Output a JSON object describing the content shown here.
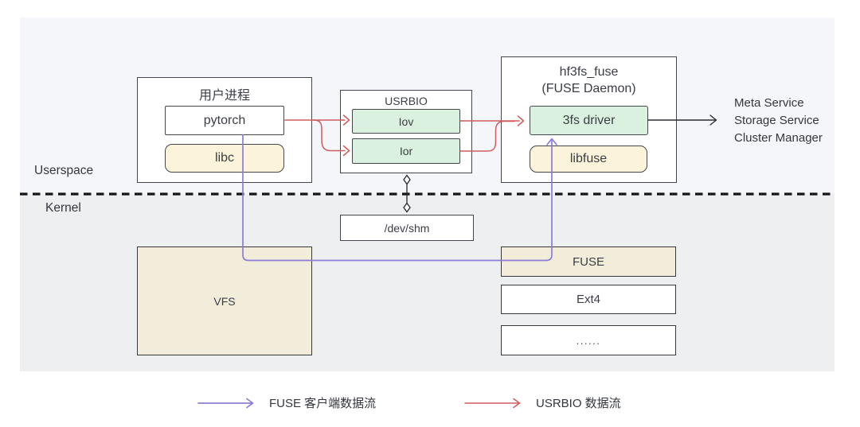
{
  "labels": {
    "userspace": "Userspace",
    "kernel": "Kernel"
  },
  "user_process": {
    "title": "用户进程",
    "pytorch": "pytorch",
    "libc": "libc"
  },
  "usrbio": {
    "title": "USRBIO",
    "iov": "Iov",
    "ior": "Ior"
  },
  "hf3fs": {
    "title": "hf3fs_fuse",
    "subtitle": "(FUSE Daemon)",
    "driver": "3fs driver",
    "libfuse": "libfuse"
  },
  "services": [
    "Meta Service",
    "Storage Service",
    "Cluster Manager"
  ],
  "kernel_boxes": {
    "dev_shm": "/dev/shm",
    "vfs": "VFS",
    "fs_stack": [
      "FUSE",
      "Ext4",
      "......"
    ]
  },
  "legend": {
    "fuse_flow": "FUSE 客户端数据流",
    "usrbio_flow": "USRBIO 数据流"
  },
  "colors": {
    "fuse_flow_purple": "#8b7dd8",
    "usrbio_flow_red": "#cd5c5c",
    "services_arrow_black": "#2a2d30",
    "green_fill": "#d9f1de",
    "cream_fill": "#fcf4da",
    "muted_cream_fill": "#f2ecda",
    "userspace_bg": "#f5f6fa",
    "kernel_bg": "#edeff1"
  }
}
